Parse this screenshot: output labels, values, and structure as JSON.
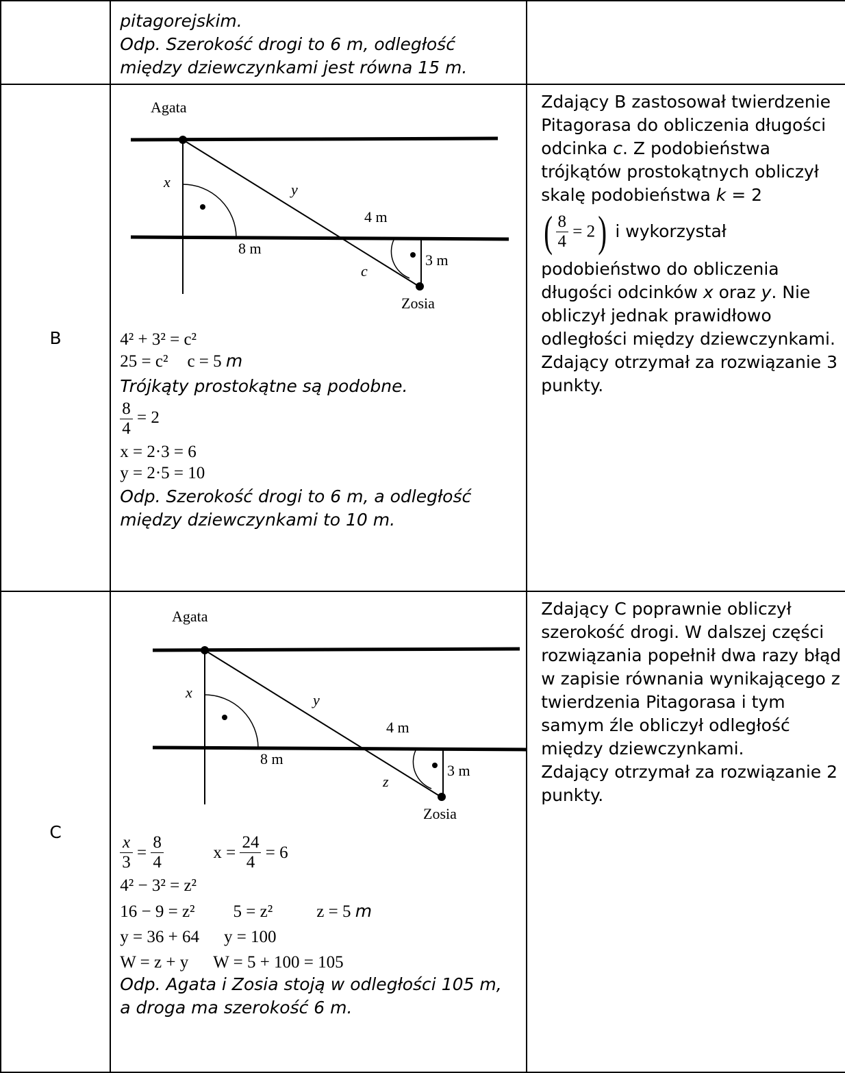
{
  "row_top": {
    "lines": [
      "pitagorejskim.",
      "Odp. Szerokość drogi to 6 m, odległość",
      "między dziewczynkami jest równa 15 m."
    ]
  },
  "row_b": {
    "label": "B",
    "figure": {
      "agata": "Agata",
      "zosia": "Zosia",
      "x": "x",
      "y": "y",
      "seg": "c",
      "four_m": "4 m",
      "eight_m": "8 m",
      "three_m": "3 m"
    },
    "math": {
      "l1": "4² + 3² = c²",
      "l2a": "25 = c²",
      "l2b": "c = 5",
      "unit": "m",
      "similar_text": "Trójkąty prostokątne są podobne.",
      "frac_num": "8",
      "frac_den": "4",
      "frac_rest": " = 2",
      "l4": "x = 2·3 = 6",
      "l5": "y = 2·5 = 10"
    },
    "answer": [
      "Odp. Szerokość drogi to 6 m, a odległość",
      "między dziewczynkami to 10 m."
    ],
    "comment": {
      "p1": "Zdający B zastosował twierdzenie Pitagorasa do obliczenia długości odcinka ",
      "p1_var": "c",
      "p2": ". Z podobieństwa trójkątów prostokątnych obliczył skalę podobieństwa ",
      "p2_var": "k",
      "p2_eq": " = 2",
      "frac_num": "8",
      "frac_den": "4",
      "frac_rest": " = 2",
      "p3": " i wykorzystał",
      "p4": "podobieństwo do obliczenia długości odcinków ",
      "p4_var_x": "x",
      "p4_mid": " oraz ",
      "p4_var_y": "y",
      "p5": ". Nie obliczył jednak prawidłowo odległości między dziewczynkami.",
      "p6": "Zdający otrzymał za rozwiązanie 3 punkty."
    }
  },
  "row_c": {
    "label": "C",
    "figure": {
      "agata": "Agata",
      "zosia": "Zosia",
      "x": "x",
      "y": "y",
      "seg": "z",
      "four_m": "4 m",
      "eight_m": "8 m",
      "three_m": "3 m"
    },
    "math": {
      "f1_num": "x",
      "f1_den": "3",
      "f2_num": "8",
      "f2_den": "4",
      "xeq": "x =",
      "f3_num": "24",
      "f3_den": "4",
      "f3_rest": "= 6",
      "l2": "4² − 3² = z²",
      "l3a": "16 − 9 = z²",
      "l3b": "5 = z²",
      "l3c": "z = 5",
      "unit": "m",
      "l4a": "y = 36 + 64",
      "l4b": "y = 100",
      "l5a": "W = z + y",
      "l5b": "W = 5 + 100 = 105"
    },
    "answer": [
      "Odp. Agata i Zosia stoją w odległości 105 m,",
      "a droga ma szerokość 6 m."
    ],
    "comment": {
      "p1": "Zdający C poprawnie obliczył szerokość drogi. W dalszej części rozwiązania popełnił dwa razy błąd w zapisie równania wynikającego z twierdzenia Pitagorasa i tym samym źle obliczył odległość między dziewczynkami.",
      "p2": "Zdający otrzymał za rozwiązanie 2 punkty."
    }
  }
}
